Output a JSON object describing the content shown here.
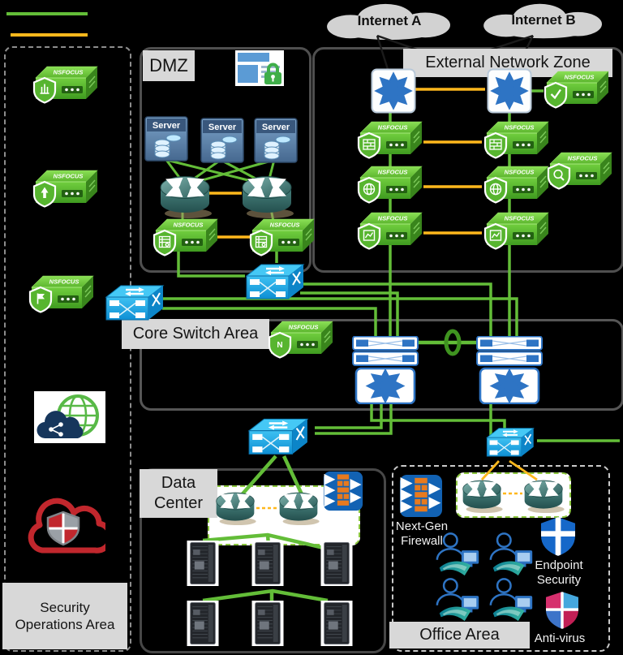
{
  "brand": "NSFOCUS",
  "clouds": {
    "a": "Internet A",
    "b": "Internet B"
  },
  "zones": {
    "soc": {
      "label": "Security Operations Area"
    },
    "dmz": {
      "label": "DMZ",
      "server_label": "Server"
    },
    "external": {
      "label": "External Network Zone"
    },
    "core": {
      "label": "Core Switch Area"
    },
    "datacenter": {
      "label": "Data Center"
    },
    "office": {
      "label": "Office Area",
      "ngfw_label": "Next-Gen Firewall",
      "endpoint_label": "Endpoint Security",
      "antivirus_label": "Anti-virus"
    }
  },
  "icons": {
    "core_shield_letter": "N"
  },
  "colors": {
    "link_green": "#63bd38",
    "link_orange": "#ffb81c",
    "appliance_green": "#54b32b",
    "device_blue": "#2e74c4",
    "label_bg": "#d8d8d8"
  }
}
